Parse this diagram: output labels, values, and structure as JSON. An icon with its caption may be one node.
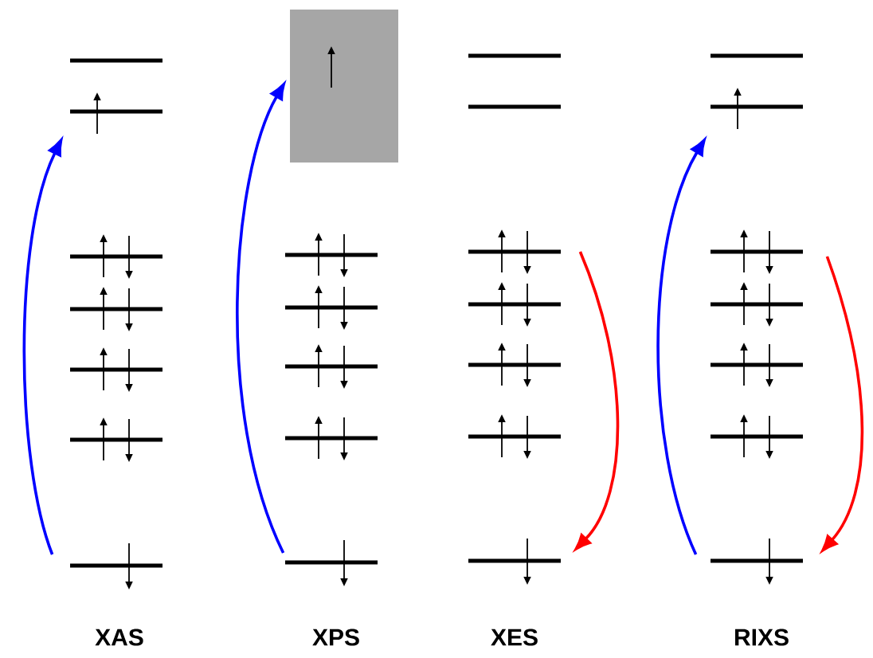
{
  "diagram": {
    "nodes": [
      {
        "text": [],
        "shape": "bar"
      },
      {
        "text": [],
        "shape": "bar"
      },
      {
        "text": [],
        "shape": "box"
      },
      {
        "text": [],
        "shape": "bar"
      },
      {
        "text": [],
        "shape": "bar"
      },
      {
        "text": [],
        "shape": "bar"
      },
      {
        "text": [],
        "shape": "bar"
      },
      {
        "text": [],
        "shape": "bar"
      },
      {
        "text": [],
        "shape": "bar"
      }
    ],
    "edges": [
      {
        "from": 1,
        "to": 0,
        "arrow": "to",
        "color": "#0000ff"
      },
      {
        "from": 3,
        "to": 2,
        "arrow": "to",
        "color": "#0000ff"
      },
      {
        "from": 4,
        "to": 5,
        "arrow": "to",
        "color": "#ff0000"
      },
      {
        "from": 8,
        "to": 6,
        "arrow": "to",
        "color": "#0000ff"
      },
      {
        "from": 7,
        "to": 8,
        "arrow": "to",
        "color": "#ff0000"
      }
    ],
    "labels": [
      "XAS",
      "XPS",
      "XES",
      "RIXS"
    ]
  }
}
